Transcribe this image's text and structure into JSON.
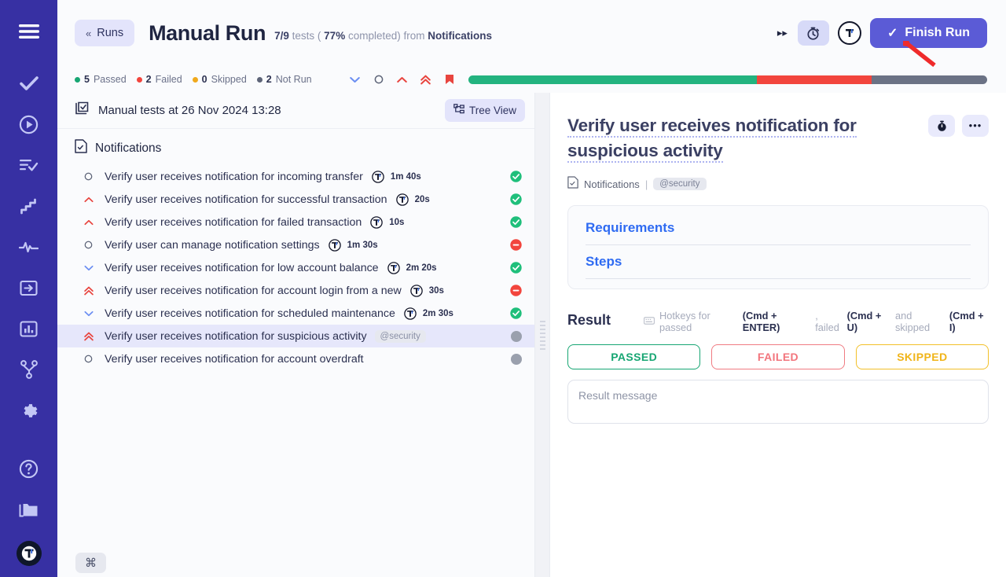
{
  "sidebar": {
    "items": [
      {
        "name": "menu-icon",
        "label": "Menu"
      },
      {
        "name": "tests-check-icon",
        "label": "Tests"
      },
      {
        "name": "runs-play-icon",
        "label": "Runs"
      },
      {
        "name": "plans-list-check-icon",
        "label": "Plans"
      },
      {
        "name": "steps-stairs-icon",
        "label": "Steps"
      },
      {
        "name": "activity-pulse-icon",
        "label": "Activity"
      },
      {
        "name": "import-arrow-icon",
        "label": "Import"
      },
      {
        "name": "reports-chart-icon",
        "label": "Reports"
      },
      {
        "name": "integrations-branch-icon",
        "label": "Integrations"
      },
      {
        "name": "settings-gear-icon",
        "label": "Settings"
      }
    ],
    "bottom_items": [
      {
        "name": "help-question-icon",
        "label": "Help"
      },
      {
        "name": "projects-folder-icon",
        "label": "Projects"
      },
      {
        "name": "user-avatar",
        "label": "Account"
      }
    ]
  },
  "header": {
    "back_label": "Runs",
    "back_chevron": "«",
    "title": "Manual Run",
    "sub_count": "7/9",
    "sub_tests_word": "tests (",
    "sub_percent": "77%",
    "sub_completed_word": "completed) from",
    "sub_source": "Notifications",
    "fast_forward_icon": "▸▸",
    "timer_button_label": "timer",
    "avatar_letter": "T",
    "finish_label": "Finish Run",
    "finish_check": "✓",
    "accent_color": "#5b5bd6"
  },
  "status_strip": {
    "counts": [
      {
        "num": "5",
        "label": "Passed",
        "color": "#17a673"
      },
      {
        "num": "2",
        "label": "Failed",
        "color": "#f2453d"
      },
      {
        "num": "0",
        "label": "Skipped",
        "color": "#f0a91c"
      },
      {
        "num": "2",
        "label": "Not Run",
        "color": "#5d6478"
      }
    ],
    "priority_filters": [
      {
        "name": "priority-low-filter",
        "glyph": "chevron-down",
        "color": "#6b8ef2"
      },
      {
        "name": "priority-normal-filter",
        "glyph": "circle",
        "color": "#5d6478"
      },
      {
        "name": "priority-high-filter",
        "glyph": "chevron-up",
        "color": "#e8453f"
      },
      {
        "name": "priority-highest-filter",
        "glyph": "double-chevron-up",
        "color": "#e8453f"
      },
      {
        "name": "priority-blocker-filter",
        "glyph": "flag",
        "color": "#e8453f"
      }
    ],
    "progress": {
      "passed_pct": 55.6,
      "failed_pct": 22.2,
      "notrun_pct": 22.2,
      "passed_color": "#23b37f",
      "failed_color": "#f2453d",
      "notrun_color": "#6b7285"
    }
  },
  "left_pane": {
    "run_label": "Manual tests at 26 Nov 2024 13:28",
    "tree_view_label": "Tree View",
    "suite_name": "Notifications",
    "tests": [
      {
        "priority": "normal",
        "name": "Verify user receives notification for incoming transfer",
        "duration": "1m 40s",
        "has_clock": true,
        "status": "passed",
        "tag": ""
      },
      {
        "priority": "high",
        "name": "Verify user receives notification for successful transaction",
        "duration": "20s",
        "has_clock": true,
        "status": "passed",
        "tag": ""
      },
      {
        "priority": "high",
        "name": "Verify user receives notification for failed transaction",
        "duration": "10s",
        "has_clock": true,
        "status": "passed",
        "tag": ""
      },
      {
        "priority": "normal",
        "name": "Verify user can manage notification settings",
        "duration": "1m 30s",
        "has_clock": true,
        "status": "failed",
        "tag": ""
      },
      {
        "priority": "low",
        "name": "Verify user receives notification for low account balance",
        "duration": "2m 20s",
        "has_clock": true,
        "status": "passed",
        "tag": ""
      },
      {
        "priority": "highest",
        "name": "Verify user receives notification for account login from a new",
        "duration": "30s",
        "has_clock": true,
        "status": "failed",
        "tag": ""
      },
      {
        "priority": "low",
        "name": "Verify user receives notification for scheduled maintenance",
        "duration": "2m 30s",
        "has_clock": true,
        "status": "passed",
        "tag": ""
      },
      {
        "priority": "highest",
        "name": "Verify user receives notification for suspicious activity",
        "duration": "",
        "has_clock": false,
        "status": "notrun",
        "tag": "@security",
        "selected": true
      },
      {
        "priority": "normal",
        "name": "Verify user receives notification for account overdraft",
        "duration": "",
        "has_clock": false,
        "status": "notrun",
        "tag": ""
      }
    ]
  },
  "right_pane": {
    "title": "Verify user receives notification for suspicious activity",
    "timer_btn": "stopwatch",
    "more_btn": "•••",
    "breadcrumb_suite": "Notifications",
    "breadcrumb_sep": "|",
    "breadcrumb_tag": "@security",
    "sections": [
      {
        "label": "Requirements"
      },
      {
        "label": "Steps"
      }
    ],
    "result_title": "Result",
    "hotkeys": {
      "prefix": "Hotkeys for passed",
      "key_passed": "(Cmd + ENTER)",
      "mid1": ", failed",
      "key_failed": "(Cmd + U)",
      "mid2": "and skipped",
      "key_skipped": "(Cmd + I)"
    },
    "verdicts": [
      {
        "label": "PASSED",
        "kind": "pass"
      },
      {
        "label": "FAILED",
        "kind": "fail"
      },
      {
        "label": "SKIPPED",
        "kind": "skip"
      }
    ],
    "result_placeholder": "Result message",
    "result_value": ""
  },
  "footer": {
    "cmd_badge": "⌘"
  }
}
